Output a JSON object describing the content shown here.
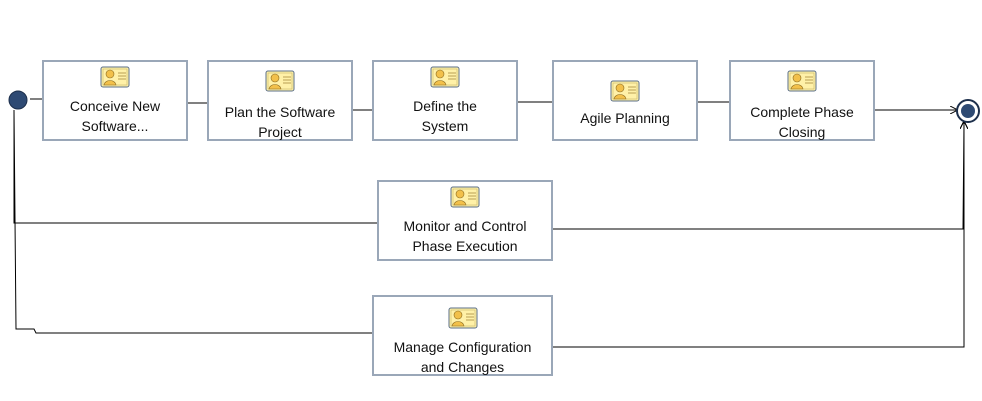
{
  "diagram": {
    "tasks": [
      {
        "id": "conceive",
        "label": "Conceive New Software...",
        "line1": "Conceive New",
        "line2": "Software..."
      },
      {
        "id": "plan",
        "label": "Plan the Software Project",
        "line1": "Plan the Software",
        "line2": "Project"
      },
      {
        "id": "define",
        "label": "Define the System",
        "line1": "Define the",
        "line2": "System"
      },
      {
        "id": "agile",
        "label": "Agile Planning",
        "line1": "Agile Planning",
        "line2": ""
      },
      {
        "id": "complete",
        "label": "Complete Phase Closing",
        "line1": "Complete Phase",
        "line2": "Closing"
      },
      {
        "id": "monitor",
        "label": "Monitor and Control Phase Execution",
        "line1": "Monitor and Control",
        "line2": "Phase Execution"
      },
      {
        "id": "manage",
        "label": "Manage Configuration and Changes",
        "line1": "Manage Configuration",
        "line2": "and Changes"
      }
    ],
    "colors": {
      "box_border": "#9aa7b8",
      "start_fill": "#2e4a73",
      "end_fill": "#2e4a73",
      "connector": "#000000",
      "icon_card": "#fff1a8",
      "icon_person": "#f2c04a"
    },
    "icon": "role-task-icon"
  }
}
